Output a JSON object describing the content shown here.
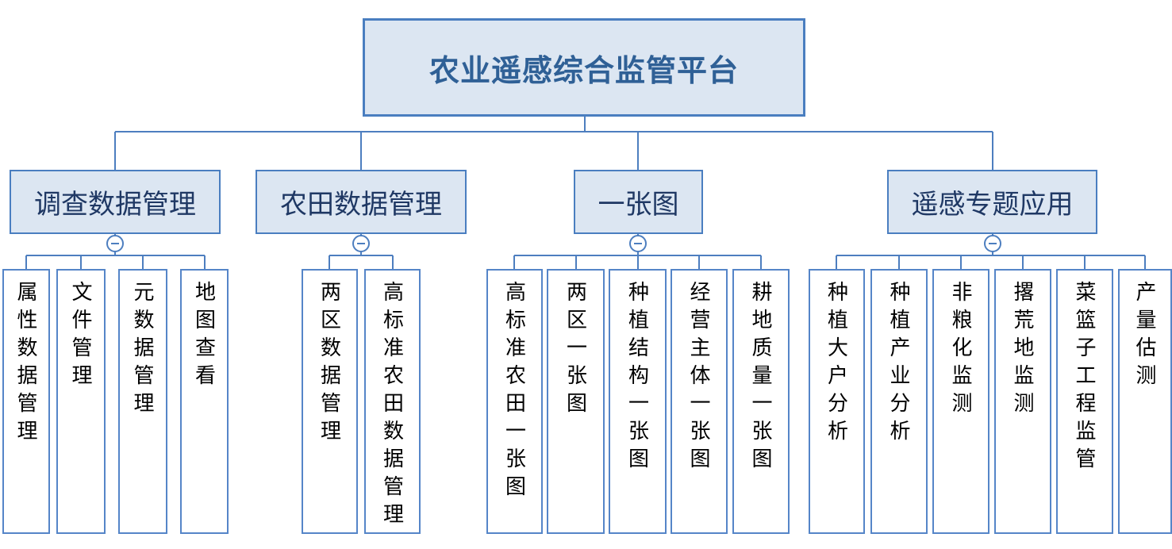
{
  "diagram": {
    "root_label": "农业遥感综合监管平台",
    "collapse_icon": "minus-circle",
    "colors": {
      "line": "#4d7ebf",
      "node_fill": "#dce6f2",
      "node_border": "#4a7ec0",
      "leaf_border": "#5585c8",
      "root_text": "#2f6096",
      "branch_text": "#1f3864",
      "leaf_text": "#000000"
    },
    "groups": [
      {
        "label": "调查数据管理",
        "children": [
          "属性数据管理",
          "文件管理",
          "元数据管理",
          "地图查看"
        ]
      },
      {
        "label": "农田数据管理",
        "children": [
          "两区数据管理",
          "高标准农田数据管理"
        ]
      },
      {
        "label": "一张图",
        "children": [
          "高标准农田一张图",
          "两区一张图",
          "种植结构一张图",
          "经营主体一张图",
          "耕地质量一张图"
        ]
      },
      {
        "label": "遥感专题应用",
        "children": [
          "种植大户分析",
          "种植产业分析",
          "非粮化监测",
          "撂荒地监测",
          "菜篮子工程监管",
          "产量估测"
        ]
      }
    ]
  }
}
